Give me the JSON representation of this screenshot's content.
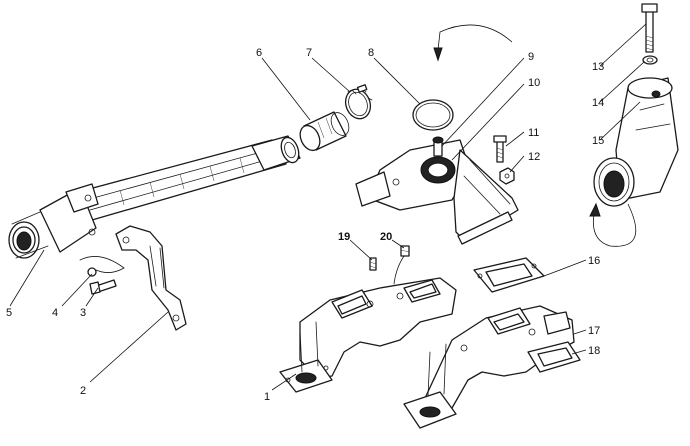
{
  "callouts": [
    {
      "id": "c1",
      "label": "1"
    },
    {
      "id": "c2",
      "label": "2"
    },
    {
      "id": "c3",
      "label": "3"
    },
    {
      "id": "c4",
      "label": "4"
    },
    {
      "id": "c5",
      "label": "5"
    },
    {
      "id": "c6",
      "label": "6"
    },
    {
      "id": "c7",
      "label": "7"
    },
    {
      "id": "c8",
      "label": "8"
    },
    {
      "id": "c9",
      "label": "9"
    },
    {
      "id": "c10",
      "label": "10"
    },
    {
      "id": "c11",
      "label": "11"
    },
    {
      "id": "c12",
      "label": "12"
    },
    {
      "id": "c13",
      "label": "13"
    },
    {
      "id": "c14",
      "label": "14"
    },
    {
      "id": "c15",
      "label": "15"
    },
    {
      "id": "c16",
      "label": "16"
    },
    {
      "id": "c17",
      "label": "17"
    },
    {
      "id": "c18",
      "label": "18"
    },
    {
      "id": "c19",
      "label": "19"
    },
    {
      "id": "c20",
      "label": "20"
    }
  ],
  "colors": {
    "ink": "#1a1a1a",
    "paper": "#ffffff"
  }
}
